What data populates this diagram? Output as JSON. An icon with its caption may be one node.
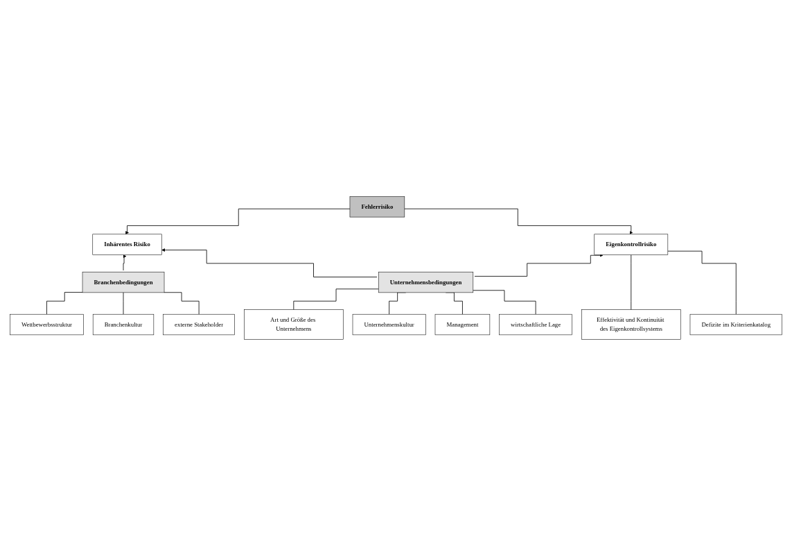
{
  "diagram": {
    "nodes": [
      {
        "text": [
          "Fehlerrisiko"
        ]
      },
      {
        "text": [
          "Inhärentes Risiko"
        ]
      },
      {
        "text": [
          "Eigenkontrollrisiko"
        ]
      },
      {
        "text": [
          "Branchenbedingungen"
        ]
      },
      {
        "text": [
          "Unternehmensbedingungen"
        ]
      },
      {
        "text": [
          "Wettbewerbsstruktur"
        ]
      },
      {
        "text": [
          "Branchenkultur"
        ]
      },
      {
        "text": [
          "externe Stakeholder"
        ]
      },
      {
        "text": [
          "Art und Größe des Unternehmens"
        ]
      },
      {
        "text": [
          "Unternehmenskultur"
        ]
      },
      {
        "text": [
          "Management"
        ]
      },
      {
        "text": [
          "wirtschaftliche Lage"
        ]
      },
      {
        "text": [
          "Effektivität und Kontinuität des Eigenkontrollsystems"
        ]
      },
      {
        "text": [
          "Defizite im Kriterienkatalog"
        ]
      }
    ],
    "edges": [
      {
        "from": 0,
        "to": 1,
        "arrow": "to"
      },
      {
        "from": 0,
        "to": 2,
        "arrow": "to"
      },
      {
        "from": 3,
        "to": 1,
        "arrow": "to"
      },
      {
        "from": 4,
        "to": 1,
        "arrow": "to"
      },
      {
        "from": 4,
        "to": 2,
        "arrow": "to"
      },
      {
        "from": 3,
        "to": 5,
        "arrow": "none"
      },
      {
        "from": 3,
        "to": 6,
        "arrow": "none"
      },
      {
        "from": 3,
        "to": 7,
        "arrow": "none"
      },
      {
        "from": 4,
        "to": 8,
        "arrow": "none"
      },
      {
        "from": 4,
        "to": 9,
        "arrow": "none"
      },
      {
        "from": 4,
        "to": 10,
        "arrow": "none"
      },
      {
        "from": 4,
        "to": 11,
        "arrow": "none"
      },
      {
        "from": 2,
        "to": 12,
        "arrow": "none"
      },
      {
        "from": 2,
        "to": 13,
        "arrow": "none"
      }
    ]
  }
}
